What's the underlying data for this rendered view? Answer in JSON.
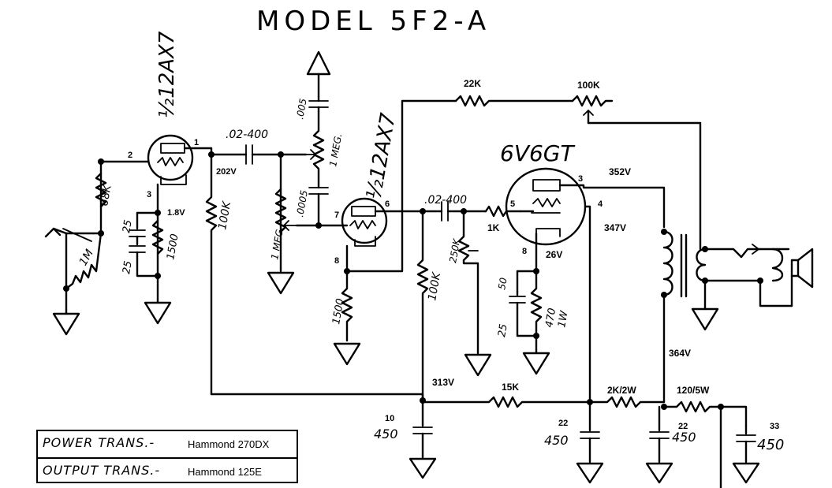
{
  "title": "MODEL 5F2-A",
  "tubes": {
    "v1a": "½12AX7",
    "v1b": "½12AX7",
    "power": "6V6GT"
  },
  "pin_labels": [
    "2",
    "1",
    "3",
    "7",
    "6",
    "8",
    "5",
    "3",
    "4",
    "8"
  ],
  "components": {
    "c_coupling_1": ".02-400",
    "c_coupling_2": ".02-400",
    "c_tone_top": ".005",
    "c_tone_bottom": ".0005",
    "r_grid_1": "68K",
    "r_input": "1M",
    "c_cathode_1a": "25",
    "c_cathode_1b": "25",
    "r_cathode_1": "1500",
    "r_plate_1": "100K",
    "pot_volume": "1 MEG.",
    "pot_tone": "1 MEG.",
    "r_cathode_2": "1500",
    "r_plate_2": "100K",
    "pot_250k": "250K",
    "r_grid_stop": "1K",
    "c_cathode_3a": "50",
    "c_cathode_3b": "25",
    "r_cathode_3": "470",
    "r_cathode_3_watt": "1W",
    "r_fb": "22K",
    "pot_fb": "100K",
    "r_filter_1": "15K",
    "r_filter_2": "2K/2W",
    "r_filter_3": "120/5W",
    "c_filter_1_val": "10",
    "c_filter_1_v": "450",
    "c_filter_2_val": "22",
    "c_filter_2_v": "450",
    "c_filter_3_val": "22",
    "c_filter_3_v": "450",
    "c_filter_4_val": "33",
    "c_filter_4_v": "450"
  },
  "voltages": {
    "v_plate1": "202V",
    "v_cath1": "1.8V",
    "v_plate_pwr": "352V",
    "v_screen": "347V",
    "v_cath_pwr": "26V",
    "v_b_plus": "364V",
    "v_b2": "313V"
  },
  "legend": {
    "power_label": "POWER TRANS.-",
    "power_value": "Hammond 270DX",
    "output_label": "OUTPUT TRANS.-",
    "output_value": "Hammond 125E"
  }
}
